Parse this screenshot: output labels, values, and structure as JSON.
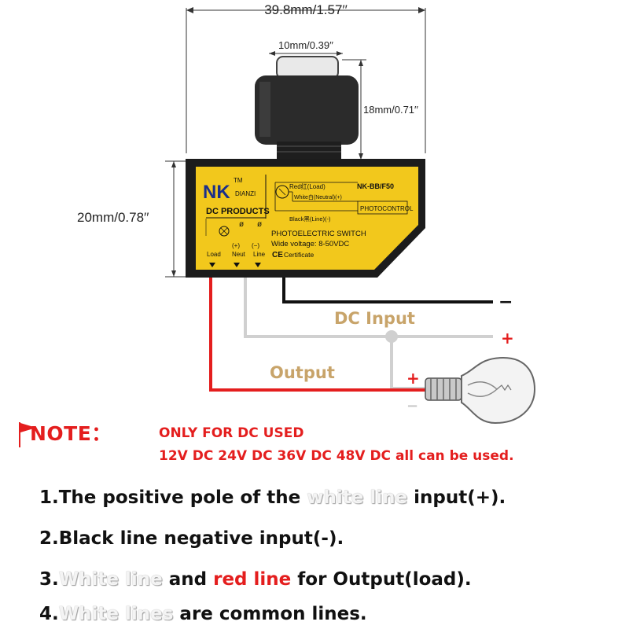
{
  "dimensions": {
    "width_top": "39.8mm/1.57′′",
    "lens_width": "10mm/0.39′′",
    "lens_height": "18mm/0.71′′",
    "body_height": "20mm/0.78′′"
  },
  "label": {
    "brand_mark": "NK",
    "tm": "TM",
    "brand_name": "DIANZI",
    "dc_products": "DC PRODUCTS",
    "model": "NK-BB/F50",
    "red_load": "Red红(Load)",
    "white_neutral": "White白(Neutral)(+)",
    "black_line": "Black黑(Line)(-)",
    "photocontrol": "PHOTOCONTROL",
    "photoelectric": "PHOTOELECTRIC SWITCH",
    "wide_voltage": "Wide voltage: 8-50VDC",
    "certificate": "Certificate",
    "ce": "CE",
    "term_plus": "(+)",
    "term_minus": "(−)",
    "term_load": "Load",
    "term_neut": "Neut",
    "term_line": "Line"
  },
  "wiring": {
    "dc_input": "DC Input",
    "output": "Output",
    "minus": "−",
    "plus": "+",
    "bulb_plus": "+",
    "bulb_minus": "−",
    "colors": {
      "red": "#e41e1e",
      "white": "#d0d0d0",
      "black": "#111111",
      "label": "#c8a46a",
      "body": "#f2c81c"
    }
  },
  "note": {
    "title": "NOTE：",
    "line1": "ONLY FOR DC USED",
    "line2": "12V DC 24V DC 36V DC 48V DC all can be used."
  },
  "items": [
    {
      "a": "1.The positive pole of the ",
      "b": "white line",
      "c": " input(+)."
    },
    {
      "a": "2.Black line negative input(-)."
    },
    {
      "a": "3.",
      "b": "White line",
      "c": " and ",
      "d": "red line",
      "e": " for Output(load)."
    },
    {
      "a": "4.",
      "b": "White lines",
      "c": " are common lines."
    }
  ]
}
